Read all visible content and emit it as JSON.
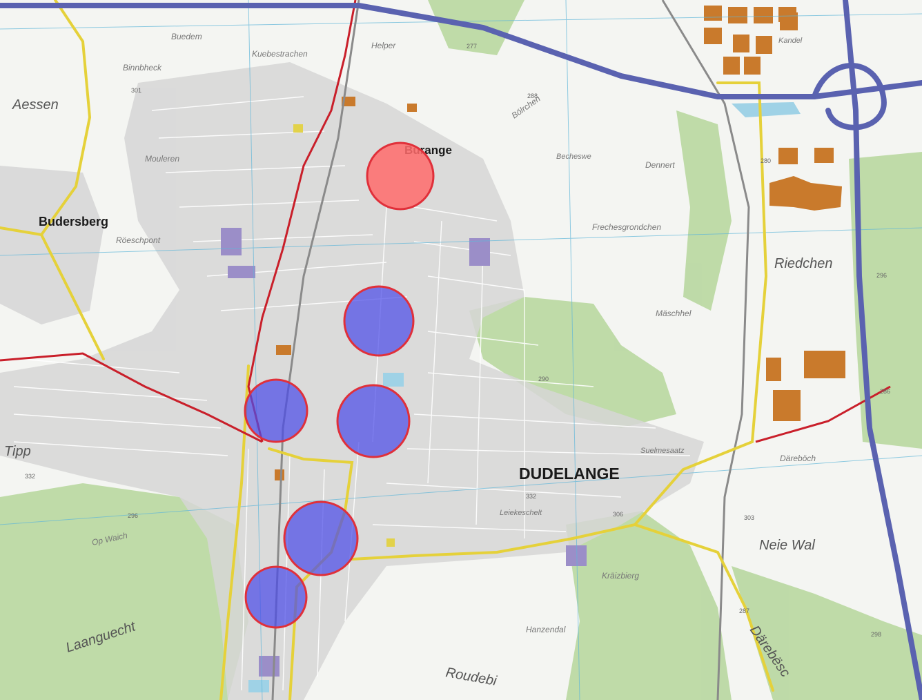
{
  "map": {
    "places_major": [
      {
        "label": "DUDELANGE"
      },
      {
        "label": "Budersberg"
      },
      {
        "label": "Burange"
      }
    ],
    "places_minor": [
      {
        "label": "Aessen"
      },
      {
        "label": "Riedchen"
      },
      {
        "label": "Neie Wal"
      },
      {
        "label": "Tipp"
      },
      {
        "label": "Laanguecht"
      },
      {
        "label": "Roudebi"
      },
      {
        "label": "Därebësc"
      }
    ],
    "places_small": [
      {
        "label": "Buedem"
      },
      {
        "label": "Kuebestrachen"
      },
      {
        "label": "Helper"
      },
      {
        "label": "Binnbheck"
      },
      {
        "label": "Mouleren"
      },
      {
        "label": "Röeschpont"
      },
      {
        "label": "Bölrchen"
      },
      {
        "label": "Dennert"
      },
      {
        "label": "Frechesgrondchen"
      },
      {
        "label": "Mäschhel"
      },
      {
        "label": "Däreböch"
      },
      {
        "label": "Suelmesaatz"
      },
      {
        "label": "Leiekeschelt"
      },
      {
        "label": "Op Waich"
      },
      {
        "label": "Kräizbierg"
      },
      {
        "label": "Hanzendal"
      },
      {
        "label": "Kandel"
      },
      {
        "label": "Becheswe"
      }
    ],
    "elevations": [
      "277",
      "288",
      "301",
      "296",
      "280",
      "286",
      "290",
      "332",
      "332",
      "306",
      "303",
      "296",
      "287",
      "298"
    ],
    "markers": [
      {
        "color": "#ff6b6b",
        "kind": "red"
      },
      {
        "color": "#5a5af0",
        "kind": "blue"
      },
      {
        "color": "#5a5af0",
        "kind": "blue"
      },
      {
        "color": "#5a5af0",
        "kind": "blue"
      },
      {
        "color": "#5a5af0",
        "kind": "blue"
      },
      {
        "color": "#5a5af0",
        "kind": "blue"
      }
    ],
    "colors": {
      "motorway": "#5a62b0",
      "main_road": "#c8202a",
      "secondary_road": "#e6d33a",
      "urban_fill": "#d4d4d4",
      "forest": "#b5d69a",
      "industrial": "#c8782a",
      "marker_outline": "#e0303a"
    }
  }
}
